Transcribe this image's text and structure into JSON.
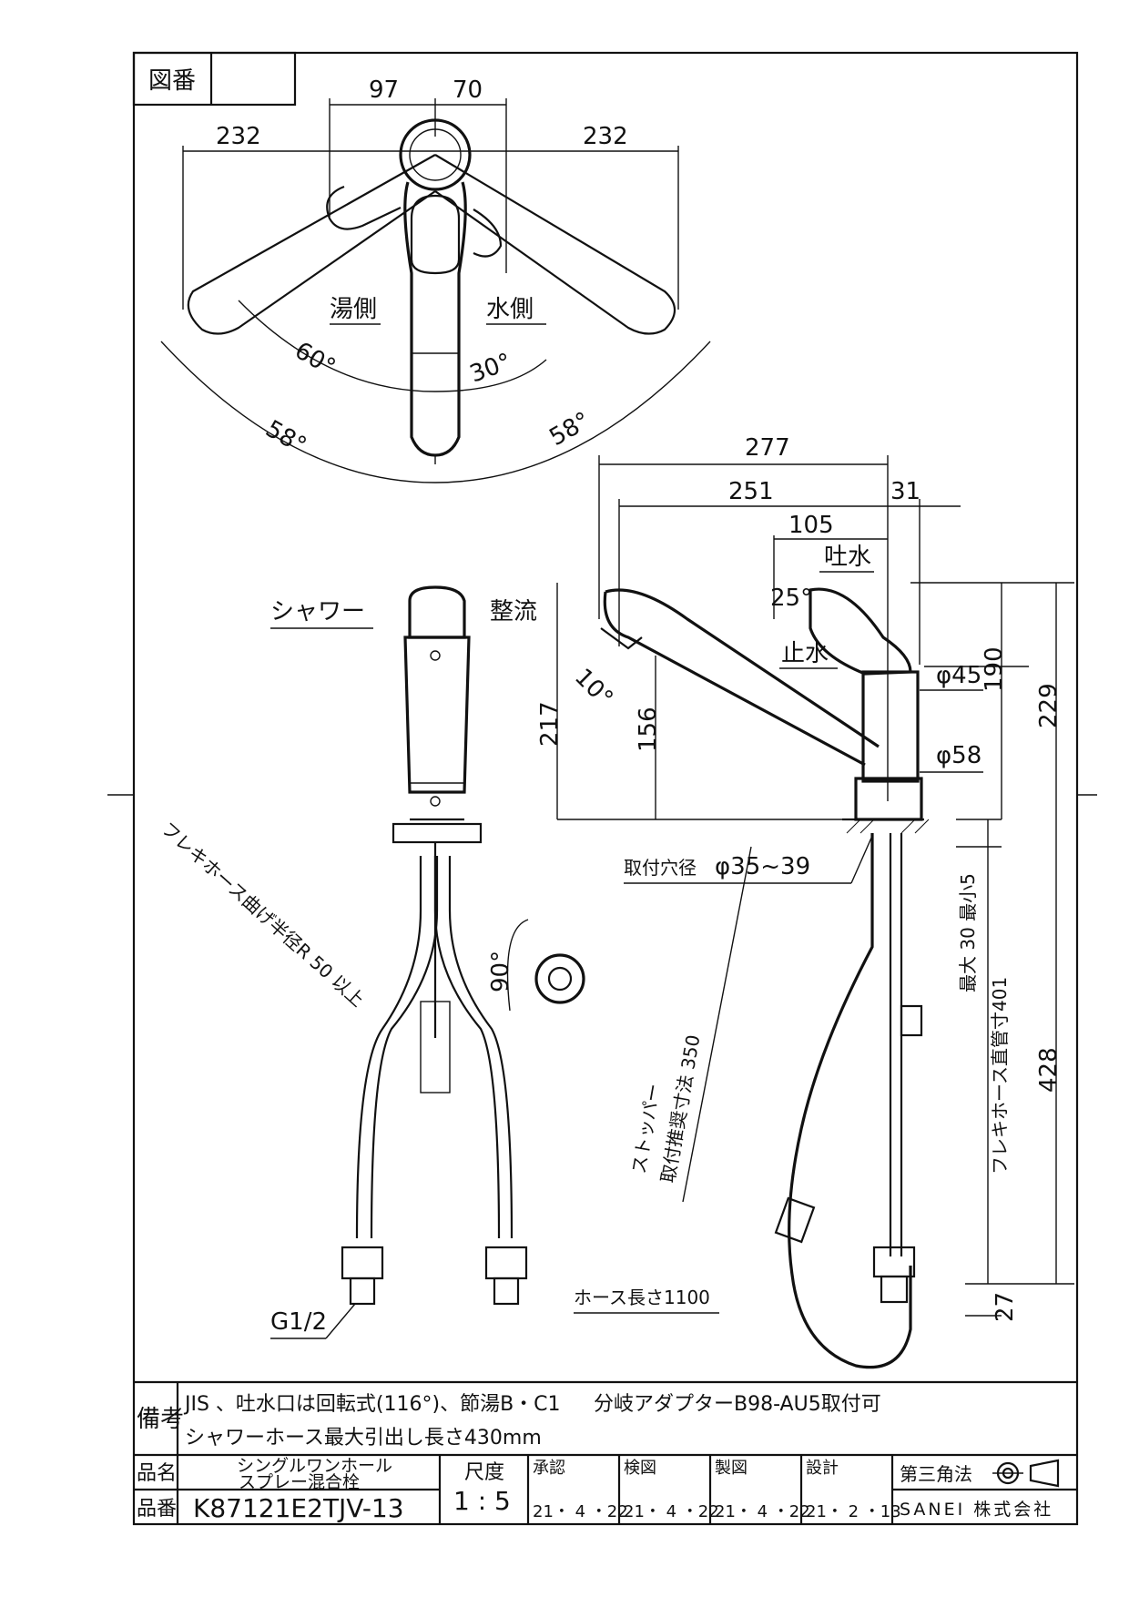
{
  "drawing_number_label": "図番",
  "top_view": {
    "dims": {
      "left_97": "97",
      "right_70": "70",
      "left_232": "232",
      "right_232": "232"
    },
    "hot_side": "湯側",
    "cold_side": "水側",
    "angle_60": "60°",
    "angle_30": "30°",
    "angle_58_left": "58°",
    "angle_58_right": "58°"
  },
  "side_view": {
    "dim_277": "277",
    "dim_251": "251",
    "dim_31": "31",
    "dim_105": "105",
    "spout_label": "吐水",
    "stop_label": "止水",
    "angle_25": "25°",
    "angle_10": "10°",
    "dia_45": "φ45",
    "dia_58": "φ58",
    "dim_190": "190",
    "dim_229": "229",
    "dim_217": "217",
    "dim_156": "156",
    "mount_hole_label": "取付穴径",
    "mount_hole_value": "φ35~39",
    "deck_thickness": "最大 30 最小5",
    "flex_hose_length": "フレキホース直管寸401",
    "dim_428": "428",
    "stopper_label_1": "ストッパー",
    "stopper_label_2": "取付推奨寸法 350",
    "hose_length": "ホース長さ1100",
    "dim_27": "27"
  },
  "front_view": {
    "shower_label": "シャワー",
    "straight_label": "整流",
    "bend_radius": "フレキホース曲げ半径R 50 以上",
    "angle_90": "90°",
    "thread": "G1/2"
  },
  "notes": {
    "label": "備考",
    "line1": "JIS 、吐水口は回転式(116°)、節湯B・C1",
    "line1b": "分岐アダプターB98-AU5取付可",
    "line2": "シャワーホース最大引出し長さ430mm"
  },
  "title_block": {
    "name_label": "品名",
    "name_line1": "シングルワンホール",
    "name_line2": "スプレー混合栓",
    "number_label": "品番",
    "number": "K87121E2TJV-13",
    "scale_label": "尺度",
    "scale": "1 : 5",
    "approved_label": "承認",
    "approved_date": "21・ 4 ・22",
    "checked_label": "検図",
    "checked_date": "21・ 4 ・22",
    "drawn_label": "製図",
    "drawn_date": "21・ 4 ・22",
    "design_label": "設計",
    "design_date": "21・ 2 ・13",
    "projection": "第三角法",
    "company": "SANEI 株式会社"
  }
}
